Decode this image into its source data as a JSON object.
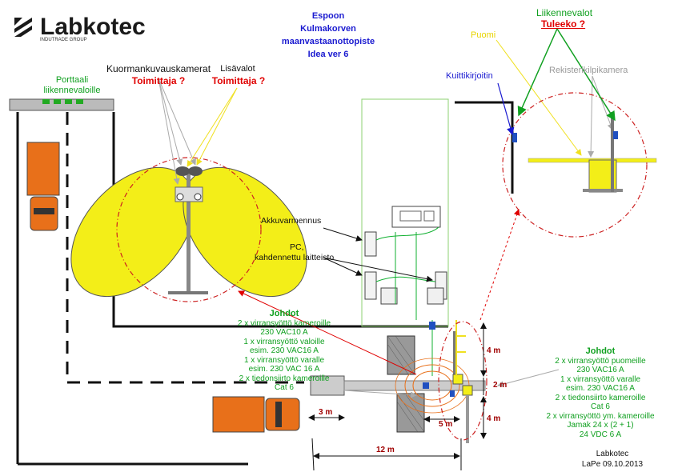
{
  "logo": {
    "brand": "Labkotec",
    "group": "INDUTRADE GROUP"
  },
  "title": {
    "line1": "Espoon",
    "line2": "Kulmakorven",
    "line3": "maanvastaanottopiste",
    "line4": "Idea ver 6"
  },
  "labels": {
    "portaali_line1": "Porttaali",
    "portaali_line2": "liikennevaloille",
    "kuorman_kamerat": "Kuormankuvauskamerat",
    "kuorman_toimittaja": "Toimittaja ?",
    "lisavalot": "Lisävalot",
    "lisavalot_toimittaja": "Toimittaja ?",
    "liikennevalot": "Liikennevalot",
    "tuleeko": "Tuleeko ?",
    "puomi": "Puomi",
    "kuittikirjoitin": "Kuittikirjoitin",
    "rekisterikilpikamera": "Rekisterikilpikamera",
    "akkuvarmennus": "Akkuvarmennus",
    "pc_line1": "PC,",
    "pc_line2": "kahdennettu laitteisto"
  },
  "johdot_left": {
    "heading": "Johdot",
    "lines": [
      "2 x virransyöttö kameroille",
      "230 VAC10 A",
      "1 x virransyöttö valoille",
      "esim. 230 VAC16 A",
      "1 x virransyöttö varalle",
      "esim. 230 VAC 16 A",
      "2 x tiedonsiirto kameroille",
      "Cat 6"
    ]
  },
  "johdot_right": {
    "heading": "Johdot",
    "lines": [
      "2 x virransyöttö puomeille",
      "230 VAC16 A",
      "1 x virransyöttö varalle",
      "esim. 230 VAC16 A",
      "2 x tiedonsiirto kameroille",
      "Cat 6",
      "2 x virransyöttö ym. kameroille",
      "Jamak 24 x (2 + 1)",
      "24 VDC 6 A"
    ]
  },
  "dimensions": {
    "d4m_top": "4 m",
    "d2m": "2 m",
    "d4m_bottom": "4 m",
    "d3m": "3 m",
    "d5m": "5 m",
    "d12m": "12 m"
  },
  "footer": {
    "company": "Labkotec",
    "author_date": "LaPe 09.10.2013"
  }
}
